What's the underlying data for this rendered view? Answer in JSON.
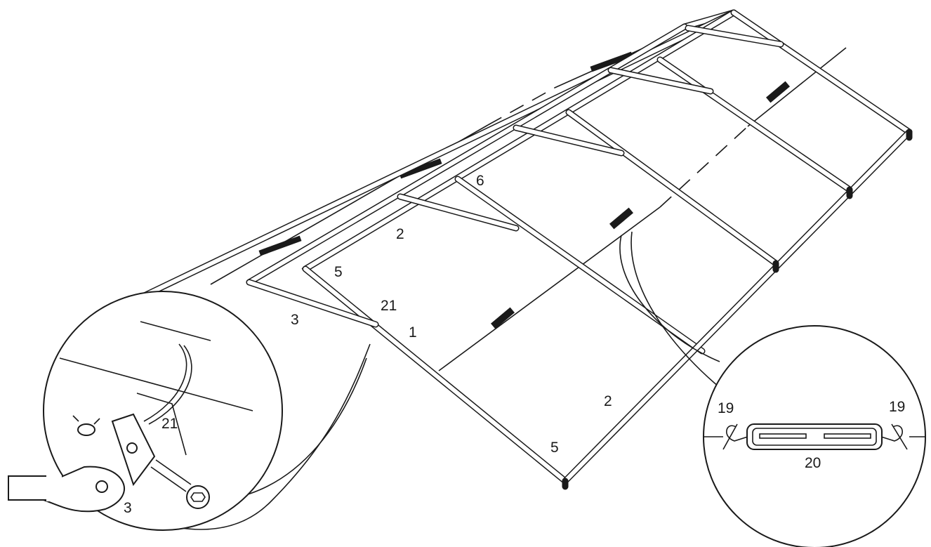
{
  "labels": {
    "main_6": "6",
    "main_2_upper": "2",
    "main_5_upper": "5",
    "main_21": "21",
    "main_3": "3",
    "main_1": "1",
    "main_2_lower": "2",
    "main_5_lower": "5",
    "detail_left_21": "21",
    "detail_left_3": "3",
    "detail_right_19_left": "19",
    "detail_right_19_right": "19",
    "detail_right_20": "20"
  },
  "colors": {
    "line": "#1a1a1a",
    "background": "#ffffff"
  }
}
